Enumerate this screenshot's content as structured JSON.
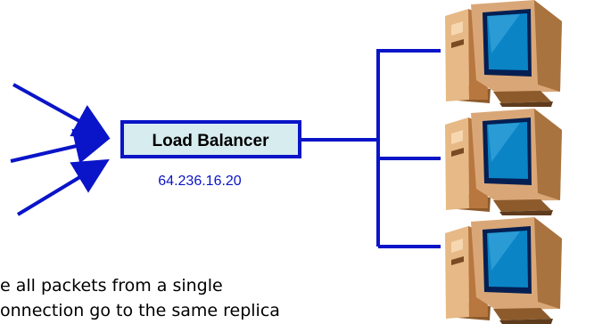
{
  "load_balancer": {
    "label": "Load Balancer",
    "ip": "64.236.16.20"
  },
  "caption": {
    "line1": "e all packets from a single",
    "line2": "onnection go to the same replica"
  },
  "colors": {
    "arrow": "#0a14c8",
    "link": "#0a14c8",
    "lb_fill": "#d7ecef",
    "lb_border": "#0a14c8",
    "ip_text": "#0a14c8",
    "monitor_case": "#d9a777",
    "monitor_case_dark": "#a9733f",
    "screen": "#0b84c6",
    "screen_dark": "#051f52"
  },
  "icons": {
    "server": "desktop-computer-icon"
  }
}
